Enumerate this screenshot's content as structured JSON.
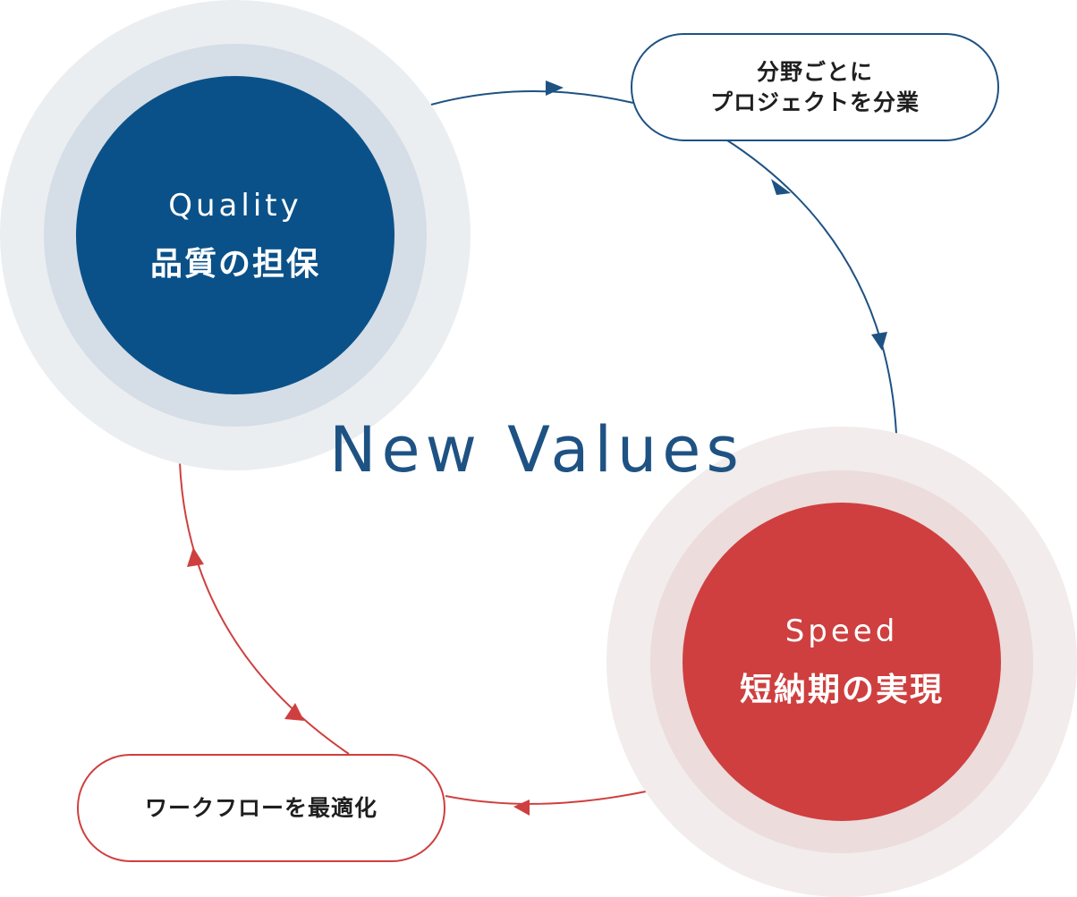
{
  "center_title": "New Values",
  "quality": {
    "en": "Quality",
    "ja": "品質の担保"
  },
  "speed": {
    "en": "Speed",
    "ja": "短納期の実現"
  },
  "step_top": {
    "line1": "分野ごとに",
    "line2": "プロジェクトを分業"
  },
  "step_bottom": {
    "label": "ワークフローを最適化"
  },
  "colors": {
    "blue": "#0a5189",
    "blue_line": "#1e5283",
    "blue_outer_ring": "#ebeef1",
    "blue_inner_ring": "#d5dde6",
    "red": "#cf3f3f",
    "red_line": "#cf3f3f",
    "red_outer_ring": "#f2ecec",
    "red_inner_ring": "#ecdcdc"
  }
}
